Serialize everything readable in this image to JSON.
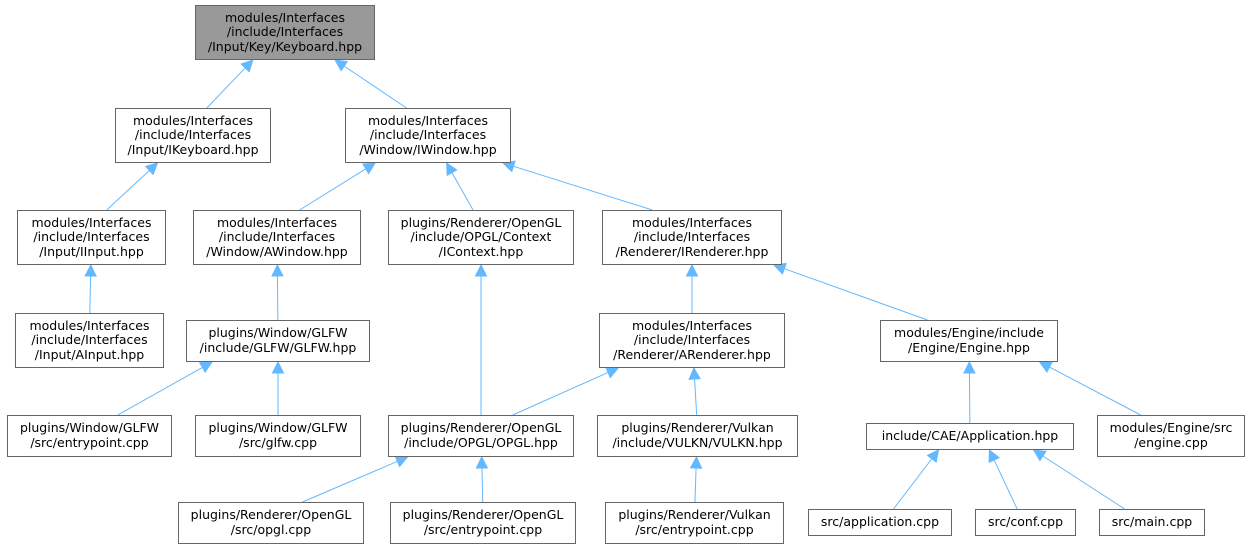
{
  "diagram": {
    "colors": {
      "edge": "#63b8ff",
      "node_border": "#666666",
      "root_fill": "#999999",
      "node_fill": "#ffffff"
    },
    "nodes": {
      "keyboard": [
        "modules/Interfaces",
        "/include/Interfaces",
        "/Input/Key/Keyboard.hpp"
      ],
      "ikeyboard": [
        "modules/Interfaces",
        "/include/Interfaces",
        "/Input/IKeyboard.hpp"
      ],
      "iwindow": [
        "modules/Interfaces",
        "/include/Interfaces",
        "/Window/IWindow.hpp"
      ],
      "iinput": [
        "modules/Interfaces",
        "/include/Interfaces",
        "/Input/IInput.hpp"
      ],
      "awindow": [
        "modules/Interfaces",
        "/include/Interfaces",
        "/Window/AWindow.hpp"
      ],
      "icontext": [
        "plugins/Renderer/OpenGL",
        "/include/OPGL/Context",
        "/IContext.hpp"
      ],
      "irenderer": [
        "modules/Interfaces",
        "/include/Interfaces",
        "/Renderer/IRenderer.hpp"
      ],
      "ainput": [
        "modules/Interfaces",
        "/include/Interfaces",
        "/Input/AInput.hpp"
      ],
      "glfw_hpp": [
        "plugins/Window/GLFW",
        "/include/GLFW/GLFW.hpp"
      ],
      "arenderer": [
        "modules/Interfaces",
        "/include/Interfaces",
        "/Renderer/ARenderer.hpp"
      ],
      "engine_hpp": [
        "modules/Engine/include",
        "/Engine/Engine.hpp"
      ],
      "glfw_entry": [
        "plugins/Window/GLFW",
        "/src/entrypoint.cpp"
      ],
      "glfw_cpp": [
        "plugins/Window/GLFW",
        "/src/glfw.cpp"
      ],
      "opgl_hpp": [
        "plugins/Renderer/OpenGL",
        "/include/OPGL/OPGL.hpp"
      ],
      "vulkn_hpp": [
        "plugins/Renderer/Vulkan",
        "/include/VULKN/VULKN.hpp"
      ],
      "application_hpp": [
        "include/CAE/Application.hpp"
      ],
      "engine_cpp": [
        "modules/Engine/src",
        "/engine.cpp"
      ],
      "opgl_cpp": [
        "plugins/Renderer/OpenGL",
        "/src/opgl.cpp"
      ],
      "opengl_entry": [
        "plugins/Renderer/OpenGL",
        "/src/entrypoint.cpp"
      ],
      "vulkan_entry": [
        "plugins/Renderer/Vulkan",
        "/src/entrypoint.cpp"
      ],
      "application_cpp": [
        "src/application.cpp"
      ],
      "conf_cpp": [
        "src/conf.cpp"
      ],
      "main_cpp": [
        "src/main.cpp"
      ]
    },
    "edges": [
      [
        "ikeyboard",
        "keyboard"
      ],
      [
        "iwindow",
        "keyboard"
      ],
      [
        "iinput",
        "ikeyboard"
      ],
      [
        "ainput",
        "iinput"
      ],
      [
        "awindow",
        "iwindow"
      ],
      [
        "icontext",
        "iwindow"
      ],
      [
        "irenderer",
        "iwindow"
      ],
      [
        "glfw_hpp",
        "awindow"
      ],
      [
        "glfw_entry",
        "glfw_hpp"
      ],
      [
        "glfw_cpp",
        "glfw_hpp"
      ],
      [
        "opgl_hpp",
        "icontext"
      ],
      [
        "arenderer",
        "irenderer"
      ],
      [
        "engine_hpp",
        "irenderer"
      ],
      [
        "opgl_hpp",
        "arenderer"
      ],
      [
        "vulkn_hpp",
        "arenderer"
      ],
      [
        "opgl_cpp",
        "opgl_hpp"
      ],
      [
        "opengl_entry",
        "opgl_hpp"
      ],
      [
        "vulkan_entry",
        "vulkn_hpp"
      ],
      [
        "application_hpp",
        "engine_hpp"
      ],
      [
        "engine_cpp",
        "engine_hpp"
      ],
      [
        "application_cpp",
        "application_hpp"
      ],
      [
        "conf_cpp",
        "application_hpp"
      ],
      [
        "main_cpp",
        "application_hpp"
      ]
    ]
  }
}
